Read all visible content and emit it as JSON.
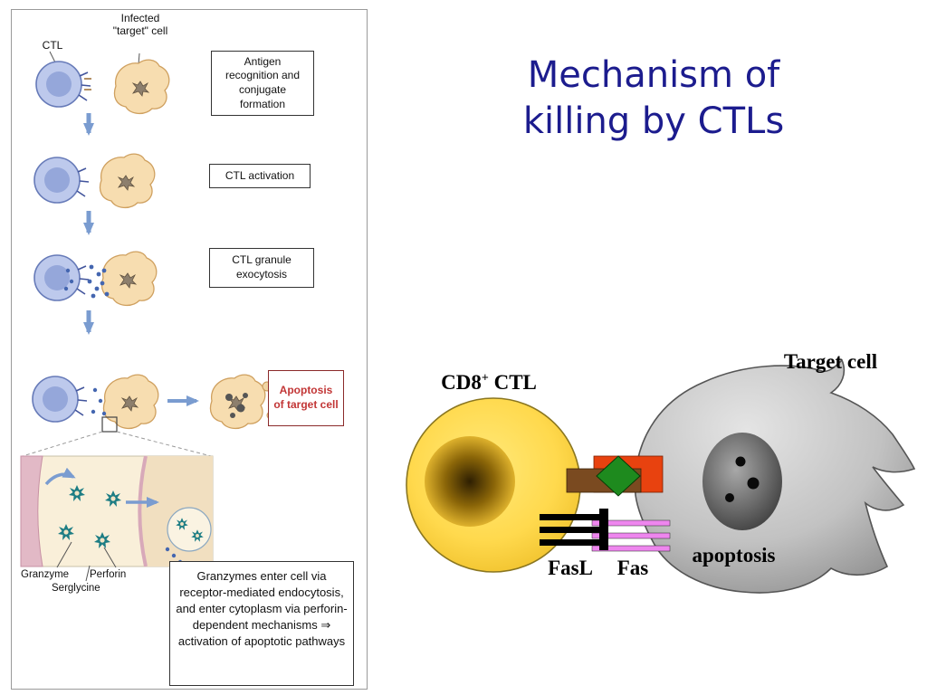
{
  "slide_title": {
    "line1": "Mechanism of",
    "line2": "killing by CTLs"
  },
  "figure_panel": {
    "infected_cell_label": "Infected \"target\" cell",
    "ctl_label": "CTL",
    "step_boxes": [
      "Antigen recognition and conjugate formation",
      "CTL activation",
      "CTL granule exocytosis",
      "Apoptosis of target cell"
    ],
    "granzyme_label": "Granzyme",
    "perforin_label": "Perforin",
    "serglycine_label": "Serglycine",
    "caption": "Granzymes enter cell via receptor-mediated endocytosis, and enter cytoplasm via perforin-dependent mechanisms ⇒ activation of apoptotic pathways"
  },
  "diagram": {
    "cd8_base": "CD8",
    "cd8_sup": "+",
    "cd8_rest": " CTL",
    "target_cell_label": "Target cell",
    "apoptosis_label": "apoptosis",
    "fasl_label": "FasL",
    "fas_label": "Fas"
  },
  "colors": {
    "title_text": "#1c1c8e",
    "apoptosis_box_text": "#c23636",
    "ctl_cell_yellow": "#ffd94d",
    "target_cell_gray": "#c2c2c2",
    "fas_pink": "#ee86ee",
    "mhc_diamond_green": "#1e8a1e",
    "tcr_bar_red": "#e8420f",
    "coreceptor_bar_brown": "#7a4a20"
  }
}
